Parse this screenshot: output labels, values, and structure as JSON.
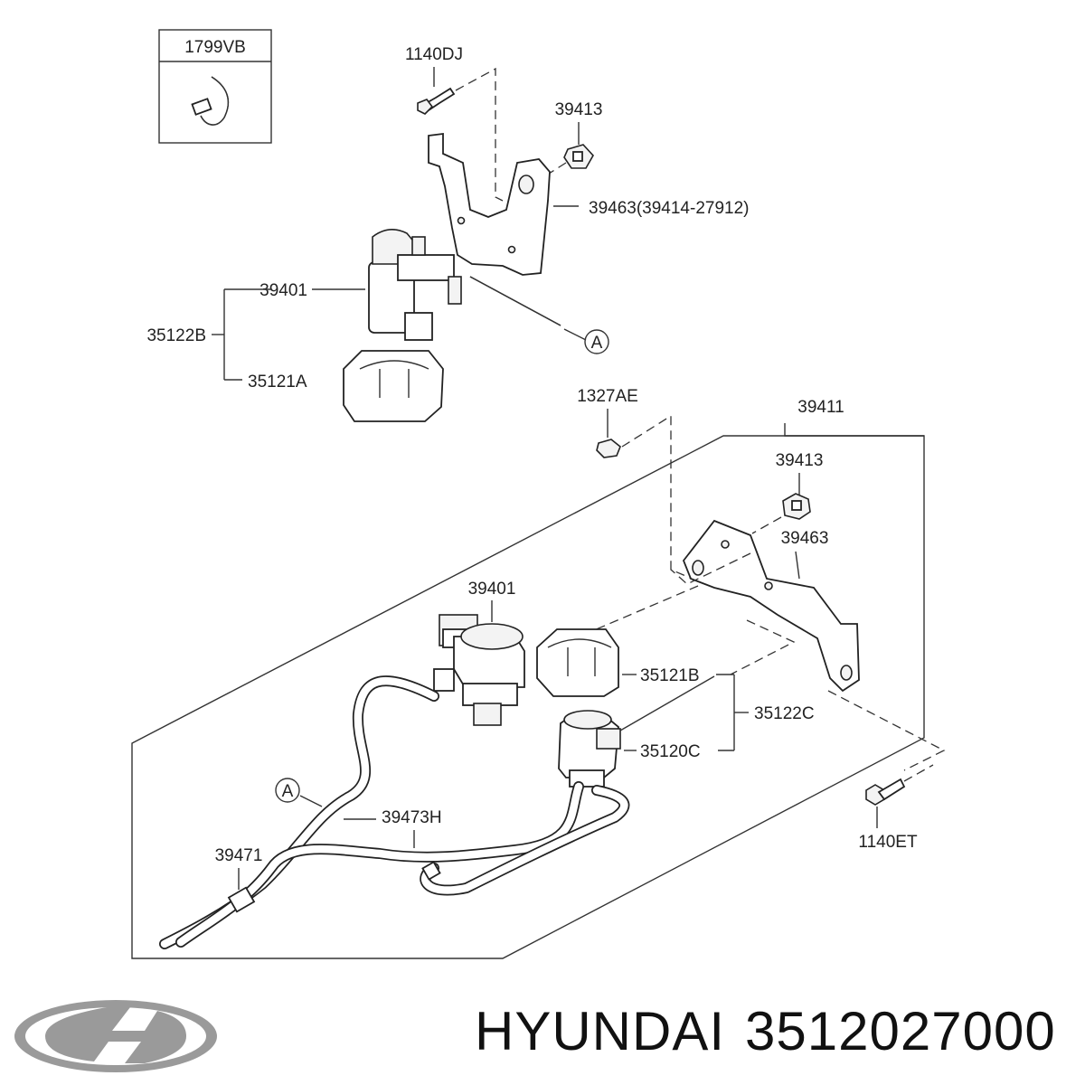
{
  "labels": {
    "kit": "1799VB",
    "bolt_top": "1140DJ",
    "nut_top": "39413",
    "bracket_top": "39463(39414-27912)",
    "valve_top": "39401",
    "assy_top": "35122B",
    "holder_top": "35121A",
    "ref_a_top": "A",
    "nut_mid": "1327AE",
    "hose_assy": "39411",
    "nut_low": "39413",
    "bracket_low": "39463",
    "valve_low": "39401",
    "holder_low": "35121B",
    "assy_low": "35122C",
    "valve_c": "35120C",
    "bolt_low": "1140ET",
    "ref_a_low": "A",
    "hose_h": "39473H",
    "hose_main": "39471"
  },
  "brand": {
    "name": "HYUNDAI",
    "part_number": "3512027000",
    "logo_icon": "hyundai-logo"
  }
}
